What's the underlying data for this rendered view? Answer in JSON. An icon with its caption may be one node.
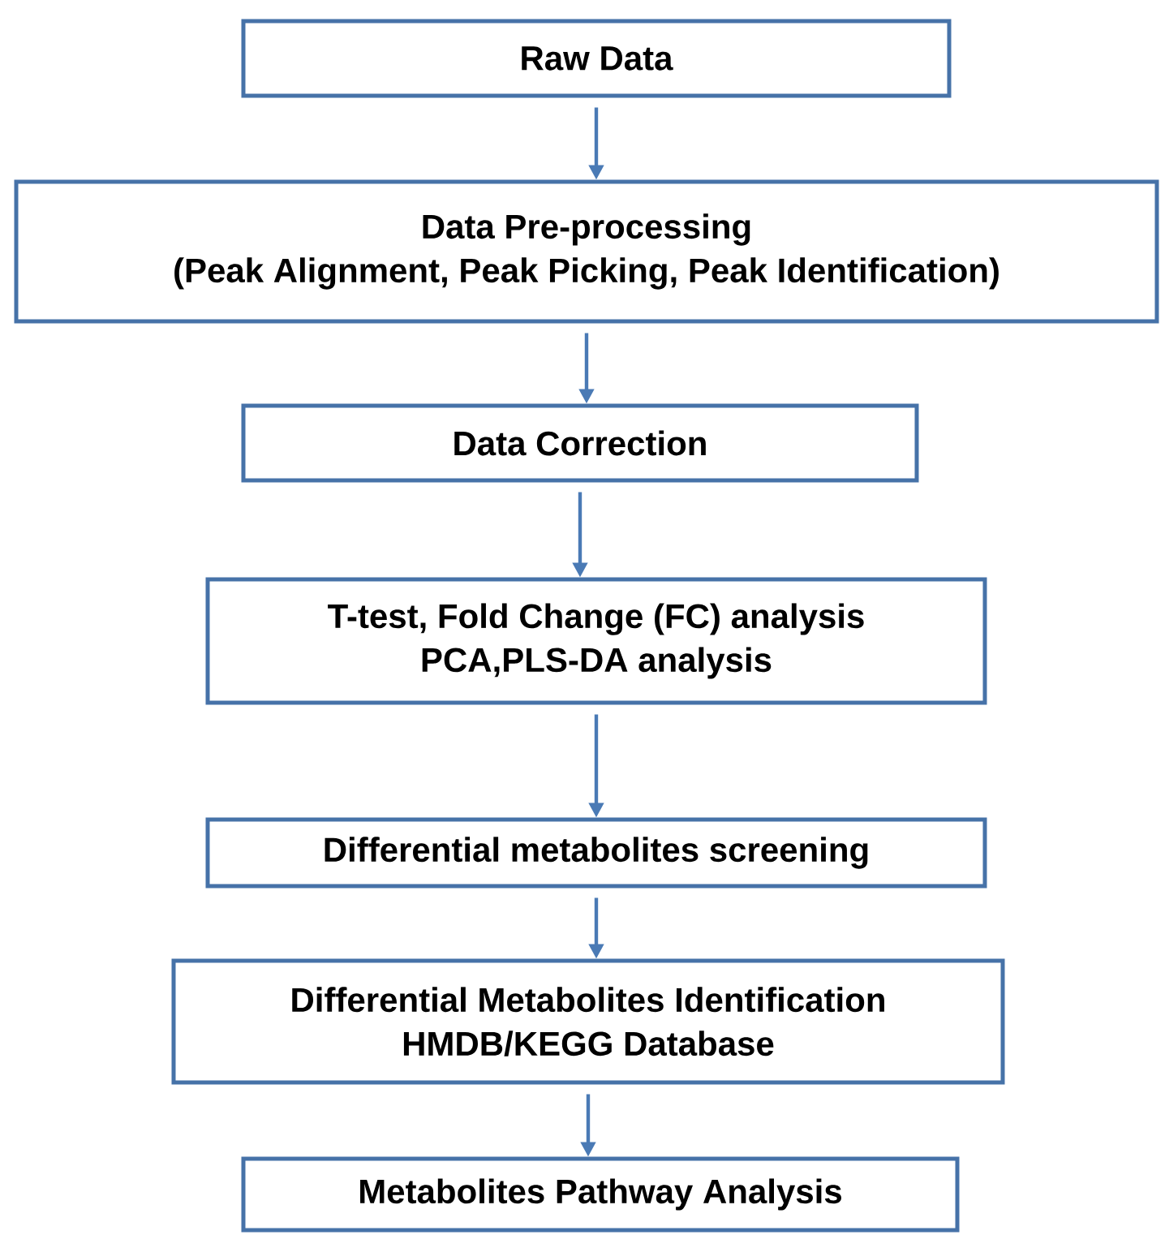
{
  "diagram": {
    "nodes": [
      {
        "text": [
          "Raw Data"
        ]
      },
      {
        "text": [
          "Data Pre-processing",
          "(Peak Alignment, Peak Picking, Peak Identification)"
        ]
      },
      {
        "text": [
          "Data Correction"
        ]
      },
      {
        "text": [
          "T-test, Fold Change (FC) analysis",
          "PCA,PLS-DA analysis"
        ]
      },
      {
        "text": [
          "Differential metabolites screening"
        ]
      },
      {
        "text": [
          "Differential Metabolites Identification",
          "HMDB/KEGG Database"
        ]
      },
      {
        "text": [
          "Metabolites Pathway Analysis"
        ]
      }
    ],
    "edges": [
      {
        "from": 0,
        "to": 1,
        "arrow": "to"
      },
      {
        "from": 1,
        "to": 2,
        "arrow": "to"
      },
      {
        "from": 2,
        "to": 3,
        "arrow": "to"
      },
      {
        "from": 3,
        "to": 4,
        "arrow": "to"
      },
      {
        "from": 4,
        "to": 5,
        "arrow": "to"
      },
      {
        "from": 5,
        "to": 6,
        "arrow": "to"
      }
    ]
  }
}
